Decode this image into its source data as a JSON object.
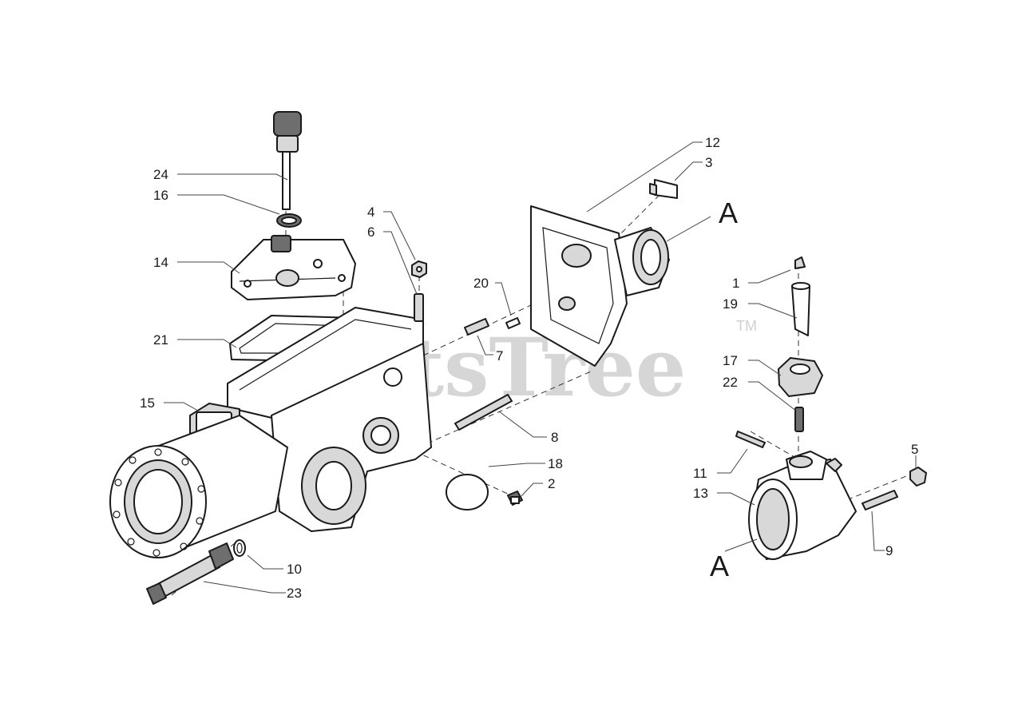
{
  "watermark": {
    "text": "PartsTree",
    "tm": "TM"
  },
  "section_marks": {
    "upper": "A",
    "lower": "A"
  },
  "callouts": [
    {
      "id": "c24",
      "label": "24"
    },
    {
      "id": "c16",
      "label": "16"
    },
    {
      "id": "c14",
      "label": "14"
    },
    {
      "id": "c21",
      "label": "21"
    },
    {
      "id": "c15",
      "label": "15"
    },
    {
      "id": "c4",
      "label": "4"
    },
    {
      "id": "c6",
      "label": "6"
    },
    {
      "id": "c20",
      "label": "20"
    },
    {
      "id": "c7",
      "label": "7"
    },
    {
      "id": "c8",
      "label": "8"
    },
    {
      "id": "c18",
      "label": "18"
    },
    {
      "id": "c2",
      "label": "2"
    },
    {
      "id": "c10",
      "label": "10"
    },
    {
      "id": "c23",
      "label": "23"
    },
    {
      "id": "c12",
      "label": "12"
    },
    {
      "id": "c3",
      "label": "3"
    },
    {
      "id": "c1",
      "label": "1"
    },
    {
      "id": "c19",
      "label": "19"
    },
    {
      "id": "c17",
      "label": "17"
    },
    {
      "id": "c22",
      "label": "22"
    },
    {
      "id": "c5",
      "label": "5"
    },
    {
      "id": "c11",
      "label": "11"
    },
    {
      "id": "c13",
      "label": "13"
    },
    {
      "id": "c9",
      "label": "9"
    }
  ]
}
